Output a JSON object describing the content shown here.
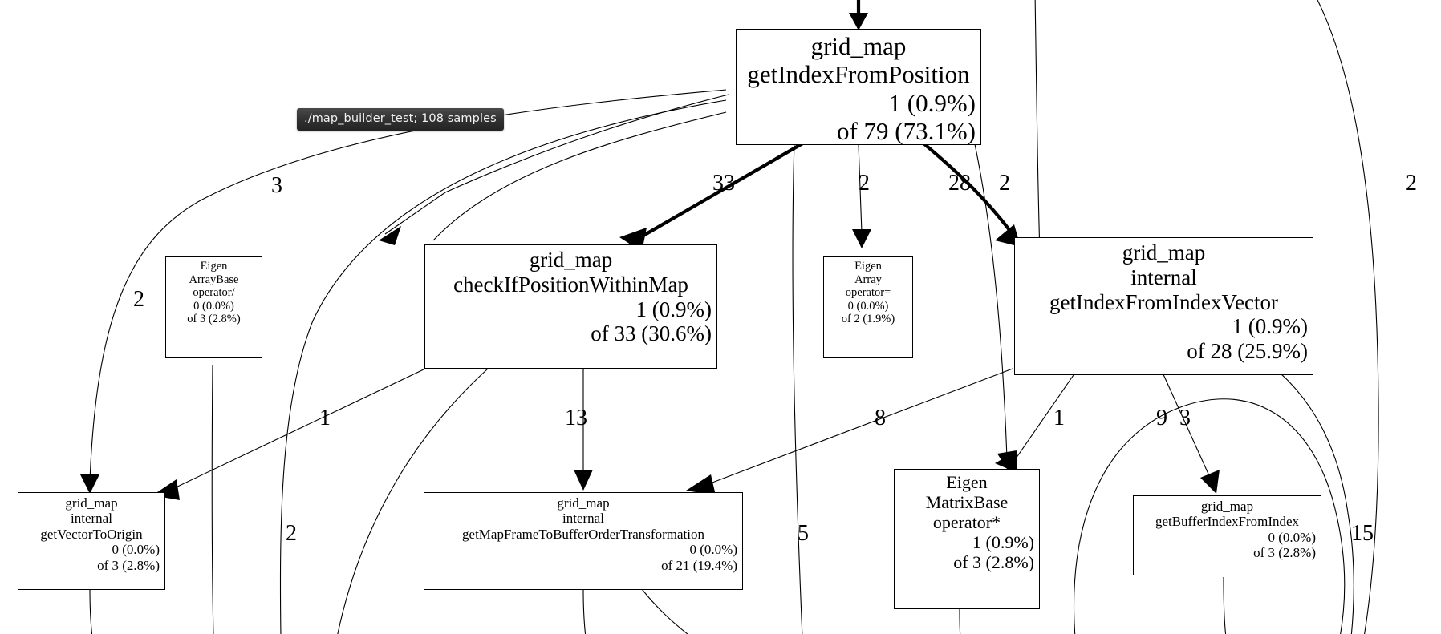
{
  "graph": {
    "title": "gprof2dot call graph",
    "tooltip": {
      "text": "./map_builder_test; 108 samples"
    },
    "nodes": [
      {
        "id": "getIndexFromPosition",
        "lines": [
          "grid_map",
          "getIndexFromPosition",
          "1 (0.9%)",
          "of 79 (73.1%)"
        ],
        "self": "1 (0.9%)",
        "total": "of 79 (73.1%)"
      },
      {
        "id": "eigen-arraybase-div",
        "lines": [
          "Eigen",
          "ArrayBase",
          "operator/",
          "0 (0.0%)",
          "of 3 (2.8%)"
        ],
        "self": "0 (0.0%)",
        "total": "of 3 (2.8%)"
      },
      {
        "id": "checkIfPositionWithinMap",
        "lines": [
          "grid_map",
          "checkIfPositionWithinMap",
          "1 (0.9%)",
          "of 33 (30.6%)"
        ],
        "self": "1 (0.9%)",
        "total": "of 33 (30.6%)"
      },
      {
        "id": "eigen-array-assign",
        "lines": [
          "Eigen",
          "Array",
          "operator=",
          "0 (0.0%)",
          "of 2 (1.9%)"
        ],
        "self": "0 (0.0%)",
        "total": "of 2 (1.9%)"
      },
      {
        "id": "getIndexFromIndexVector",
        "lines": [
          "grid_map",
          "internal",
          "getIndexFromIndexVector",
          "1 (0.9%)",
          "of 28 (25.9%)"
        ],
        "self": "1 (0.9%)",
        "total": "of 28 (25.9%)"
      },
      {
        "id": "getVectorToOrigin",
        "lines": [
          "grid_map",
          "internal",
          "getVectorToOrigin",
          "0 (0.0%)",
          "of 3 (2.8%)"
        ],
        "self": "0 (0.0%)",
        "total": "of 3 (2.8%)"
      },
      {
        "id": "getMapFrameToBufferOrderTransformation",
        "lines": [
          "grid_map",
          "internal",
          "getMapFrameToBufferOrderTransformation",
          "0 (0.0%)",
          "of 21 (19.4%)"
        ],
        "self": "0 (0.0%)",
        "total": "of 21 (19.4%)"
      },
      {
        "id": "eigen-matrixbase-mul",
        "lines": [
          "Eigen",
          "MatrixBase",
          "operator*",
          "1 (0.9%)",
          "of 3 (2.8%)"
        ],
        "self": "1 (0.9%)",
        "total": "of 3 (2.8%)"
      },
      {
        "id": "getBufferIndexFromIndex",
        "lines": [
          "grid_map",
          "getBufferIndexFromIndex",
          "0 (0.0%)",
          "of 3 (2.8%)"
        ],
        "self": "0 (0.0%)",
        "total": "of 3 (2.8%)"
      }
    ],
    "node_text": {
      "getIndexFromPosition": {
        "l1": "grid_map",
        "l2": "getIndexFromPosition",
        "l3": "1 (0.9%)",
        "l4": "of 79 (73.1%)"
      },
      "eigen_arraybase_div": {
        "l1": "Eigen",
        "l2": "ArrayBase",
        "l3": "operator/",
        "l4": "0 (0.0%)",
        "l5": "of 3 (2.8%)"
      },
      "checkIfPositionWithinMap": {
        "l1": "grid_map",
        "l2": "checkIfPositionWithinMap",
        "l3": "1 (0.9%)",
        "l4": "of 33 (30.6%)"
      },
      "eigen_array_assign": {
        "l1": "Eigen",
        "l2": "Array",
        "l3": "operator=",
        "l4": "0 (0.0%)",
        "l5": "of 2 (1.9%)"
      },
      "getIndexFromIndexVector": {
        "l1": "grid_map",
        "l2": "internal",
        "l3": "getIndexFromIndexVector",
        "l4": "1 (0.9%)",
        "l5": "of 28 (25.9%)"
      },
      "getVectorToOrigin": {
        "l1": "grid_map",
        "l2": "internal",
        "l3": "getVectorToOrigin",
        "l4": "0 (0.0%)",
        "l5": "of 3 (2.8%)"
      },
      "getMapFrameToBufferOrderTransformation": {
        "l1": "grid_map",
        "l2": "internal",
        "l3": "getMapFrameToBufferOrderTransformation",
        "l4": "0 (0.0%)",
        "l5": "of 21 (19.4%)"
      },
      "eigen_matrixbase_mul": {
        "l1": "Eigen",
        "l2": "MatrixBase",
        "l3": "operator*",
        "l4": "1 (0.9%)",
        "l5": "of 3 (2.8%)"
      },
      "getBufferIndexFromIndex": {
        "l1": "grid_map",
        "l2": "getBufferIndexFromIndex",
        "l3": "0 (0.0%)",
        "l4": "of 3 (2.8%)"
      }
    },
    "edge_labels": {
      "e_top_to_arraybase": "3",
      "e_left_two": "2",
      "e_check": "33",
      "e_array_assign": "2",
      "e_indexvector": "28",
      "e_right_two_a": "2",
      "e_far_right_two": "2",
      "e_one_left": "1",
      "e_thirteen": "13",
      "e_eight": "8",
      "e_one_matrix": "1",
      "e_nine": "9",
      "e_three_right": "3",
      "e_two_lower_left": "2",
      "e_five": "5",
      "e_fifteen": "15"
    }
  }
}
